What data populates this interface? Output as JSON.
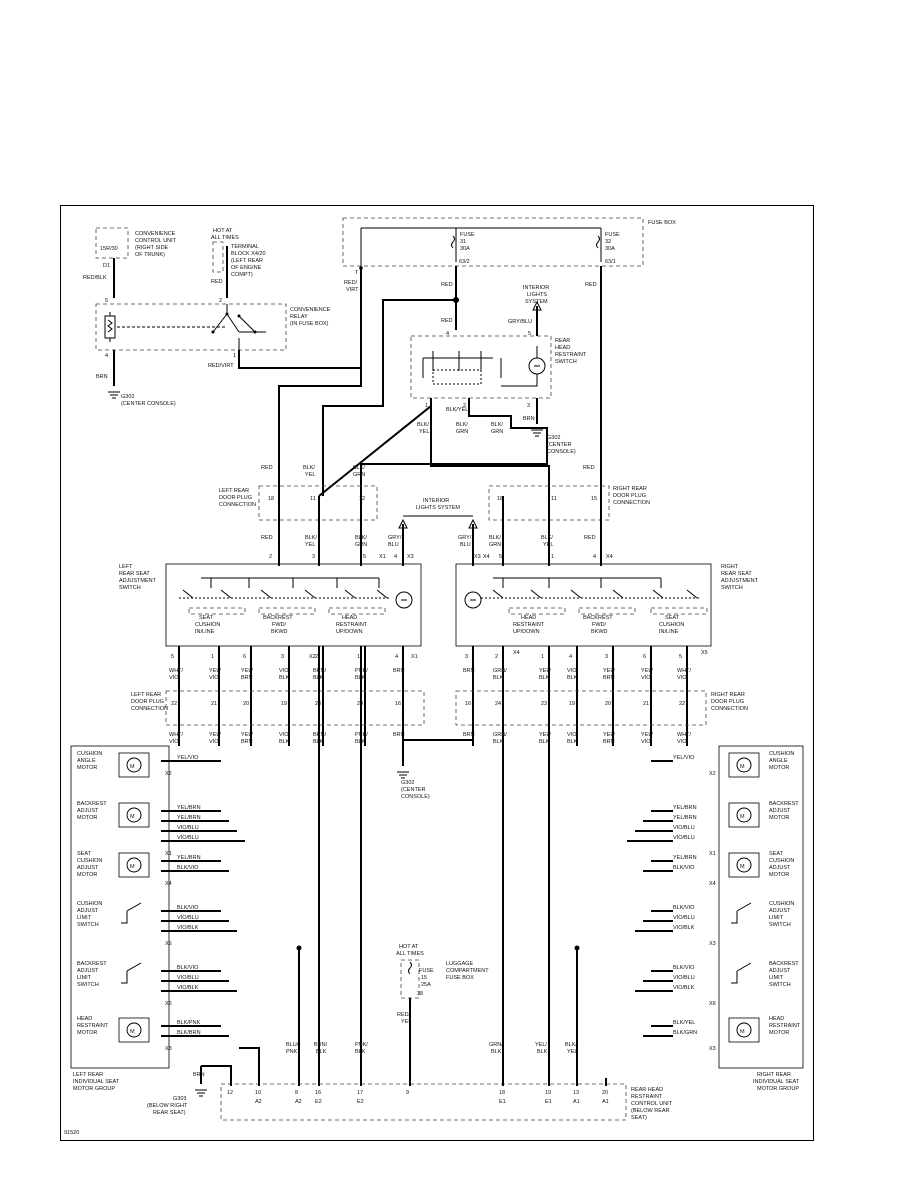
{
  "fig_id": "91520",
  "fuse_box": {
    "label": "FUSE BOX",
    "fuse31": [
      "FUSE",
      "31",
      "30A"
    ],
    "fuse31_pin": "63/2",
    "fuse32": [
      "FUSE",
      "32",
      "30A"
    ],
    "fuse32_pin": "63/1",
    "t_pin": "T",
    "t_wire": [
      "RED/",
      "VIRT"
    ]
  },
  "conv_unit": {
    "pin": "15R/30",
    "label": [
      "CONVENIENCE",
      "CONTROL UNIT",
      "(RIGHT SIDE",
      "OF TRUNK)"
    ],
    "d1": "D1",
    "wire": "RED/BLK"
  },
  "hot_at_all_times": [
    "HOT AT",
    "ALL TIMES"
  ],
  "terminal_block": [
    "TERMINAL",
    "BLOCK X4/20",
    "(LEFT REAR",
    "OF ENGINE",
    "COMPT)"
  ],
  "relay": {
    "label": [
      "CONVENIENCE",
      "RELAY",
      "(IN FUSE BOX)"
    ],
    "pins": [
      "5",
      "2",
      "4",
      "1"
    ],
    "wire_red": "RED",
    "wire_out": "RED/VIRT",
    "wire_brn": "BRN"
  },
  "g302_left": [
    "G302",
    "(CENTER CONSOLE)"
  ],
  "interior_lights_top": [
    "INTERIOR",
    "LIGHTS",
    "SYSTEM"
  ],
  "gry_blu": "GRY/BLU",
  "rear_head_switch": {
    "label": [
      "REAR",
      "HEAD",
      "RESTRAINT",
      "SWITCH"
    ],
    "pins": [
      "4",
      "5",
      "1",
      "2",
      "3"
    ]
  },
  "g302_right": [
    "G302",
    "(CENTER",
    "CONSOLE)"
  ],
  "wires": {
    "red": "RED",
    "brn": "BRN",
    "blk_yel_h": "BLK/YEL",
    "blk_yel": [
      "BLK/",
      "YEL"
    ],
    "blk_grn": [
      "BLK/",
      "GRN"
    ],
    "gry_blu2": [
      "GRY/",
      "BLU"
    ]
  },
  "left_door_plug_top": {
    "label": [
      "LEFT REAR",
      "DOOR PLUG",
      "CONNECTION"
    ],
    "pins": [
      "18",
      "11",
      "12"
    ]
  },
  "right_door_plug_top": {
    "label": [
      "RIGHT REAR",
      "DOOR PLUG",
      "CONNECTION"
    ],
    "pins": [
      "18",
      "11",
      "15"
    ]
  },
  "interior_lights_mid": [
    "INTERIOR",
    "LIGHTS SYSTEM"
  ],
  "left_switch": {
    "label": [
      "LEFT",
      "REAR SEAT",
      "ADJUSTMENT",
      "SWITCH"
    ],
    "top_pins": [
      "2",
      "3",
      "5",
      "4"
    ],
    "conn_top": [
      "X1",
      "X3"
    ],
    "sections": [
      [
        "SEAT",
        "CUSHION",
        "IN/LINE"
      ],
      [
        "BACKREST",
        "FWD/",
        "BKWD"
      ],
      [
        "HEAD",
        "RESTRAINT",
        "UP/DOWN"
      ]
    ],
    "bottom_pins": [
      "5",
      "1",
      "6",
      "3",
      "2",
      "1",
      "4"
    ],
    "conn_bottom": [
      "X2",
      "X1"
    ]
  },
  "right_switch": {
    "label": [
      "RIGHT",
      "REAR SEAT",
      "ADJUSTMENT",
      "SWITCH"
    ],
    "top_pins": [
      "X3",
      "X4",
      "5",
      "1",
      "4",
      "X4"
    ],
    "sections": [
      [
        "HEAD",
        "RESTRAINT",
        "UP/DOWN"
      ],
      [
        "BACKREST",
        "FWD/",
        "BKWD"
      ],
      [
        "SEAT",
        "CUSHION",
        "IN/LINE"
      ]
    ],
    "bottom_pins": [
      "3",
      "2",
      "1",
      "4",
      "3",
      "6",
      "5",
      "2"
    ],
    "conn_bottom": [
      "X4",
      "X5"
    ]
  },
  "left_mid_wires": [
    [
      "WHT/",
      "VIO"
    ],
    [
      "YEL/",
      "VIO"
    ],
    [
      "YEL/",
      "BRN"
    ],
    [
      "VIO/",
      "BLK"
    ],
    [
      "BRN/",
      "BLK"
    ],
    [
      "PNK/",
      "BLK"
    ],
    [
      "BRN"
    ]
  ],
  "right_mid_wires": [
    [
      "BRN"
    ],
    [
      "GRN/",
      "BLK"
    ],
    [
      "YEL/",
      "BLK"
    ],
    [
      "VIO/",
      "BLK"
    ],
    [
      "YEL/",
      "BRN"
    ],
    [
      "YEL/",
      "VIO"
    ],
    [
      "WHT/",
      "VIO"
    ]
  ],
  "left_door_plug_bot": {
    "label": [
      "LEFT REAR",
      "DOOR PLUG",
      "CONNECTION"
    ],
    "pins": [
      "22",
      "21",
      "20",
      "19",
      "23",
      "24",
      "16"
    ]
  },
  "right_door_plug_bot": {
    "label": [
      "RIGHT REAR",
      "DOOR PLUG",
      "CONNECTION"
    ],
    "pins": [
      "16",
      "24",
      "23",
      "19",
      "20",
      "21",
      "22"
    ]
  },
  "g302_mid": [
    "G302",
    "(CENTER",
    "CONSOLE)"
  ],
  "left_motors": [
    {
      "label": [
        "CUSHION",
        "ANGLE",
        "MOTOR"
      ],
      "wires": [
        "YEL/VIO"
      ],
      "conn": "X2"
    },
    {
      "label": [
        "BACKREST",
        "ADJUST",
        "MOTOR"
      ],
      "wires": [
        "YEL/BRN",
        "YEL/BRN",
        "VIO/BLU",
        "VIO/BLU"
      ],
      "conn": "X1"
    },
    {
      "label": [
        "SEAT",
        "CUSHION",
        "ADJUST",
        "MOTOR"
      ],
      "wires": [
        "YEL/BRN",
        "BLK/VIO"
      ],
      "conn": "X4"
    },
    {
      "label": [
        "CUSHION",
        "ADJUST",
        "LIMIT",
        "SWITCH"
      ],
      "wires": [
        "BLK/VIO",
        "VIO/BLU",
        "VIO/BLK"
      ],
      "conn": "X5"
    },
    {
      "label": [
        "BACKREST",
        "ADJUST",
        "LIMIT",
        "SWITCH"
      ],
      "wires": [
        "BLK/VIO",
        "VIO/BLU",
        "VIO/BLK"
      ],
      "conn": "X6"
    },
    {
      "label": [
        "HEAD",
        "RESTRAINT",
        "MOTOR"
      ],
      "wires": [
        "BLK/PNK",
        "BLK/BRN"
      ],
      "conn": "X3"
    }
  ],
  "right_motors": [
    {
      "label": [
        "CUSHION",
        "ANGLE",
        "MOTOR"
      ],
      "wires": [
        "YEL/VIO"
      ],
      "conn": "X2"
    },
    {
      "label": [
        "BACKREST",
        "ADJUST",
        "MOTOR"
      ],
      "wires": [
        "YEL/BRN",
        "YEL/BRN",
        "VIO/BLU",
        "VIO/BLU"
      ],
      "conn": "X1"
    },
    {
      "label": [
        "SEAT",
        "CUSHION",
        "ADJUST",
        "MOTOR"
      ],
      "wires": [
        "YEL/BRN",
        "BLK/VIO"
      ],
      "conn": "X4"
    },
    {
      "label": [
        "CUSHION",
        "ADJUST",
        "LIMIT",
        "SWITCH"
      ],
      "wires": [
        "BLK/VIO",
        "VIO/BLU",
        "VIO/BLK"
      ],
      "conn": "X3"
    },
    {
      "label": [
        "BACKREST",
        "ADJUST",
        "LIMIT",
        "SWITCH"
      ],
      "wires": [
        "BLK/VIO",
        "VIO/BLU",
        "VIO/BLK"
      ],
      "conn": "X6"
    },
    {
      "label": [
        "HEAD",
        "RESTRAINT",
        "MOTOR"
      ],
      "wires": [
        "BLK/YEL",
        "BLK/GRN"
      ],
      "conn": "X3"
    }
  ],
  "left_group": [
    "LEFT REAR",
    "INDIVIDUAL SEAT",
    "MOTOR GROUP"
  ],
  "right_group": [
    "RIGHT REAR",
    "INDIVIDUAL SEAT",
    "MOTOR GROUP"
  ],
  "luggage_fuse": {
    "hot": [
      "HOT AT",
      "ALL TIMES"
    ],
    "fuse": [
      "FUSE",
      "15",
      "25A"
    ],
    "pin": "38",
    "label": [
      "LUGGAGE",
      "COMPARTMENT",
      "FUSE BOX"
    ],
    "wire": [
      "RED/",
      "YEL"
    ]
  },
  "g303": [
    "G303",
    "(BELOW RIGHT",
    "REAR SEAT)"
  ],
  "bottom_wires": {
    "brn": "BRN",
    "blu_pnk": [
      "BLU/",
      "PNK"
    ],
    "brn_blk": [
      "BRN/",
      "BLK"
    ],
    "pnk_blk": [
      "PNK/",
      "BLK"
    ],
    "grn_blk": [
      "GRN/",
      "BLK"
    ],
    "yel_blk": [
      "YEL/",
      "BLK"
    ],
    "blk_yel": [
      "BLK/",
      "YEL"
    ]
  },
  "control_unit": {
    "label": [
      "REAR HEAD",
      "RESTRAINT",
      "CONTROL UNIT",
      "(BELOW REAR",
      "SEAT)"
    ],
    "pins": [
      "12",
      "10",
      "8",
      "16",
      "17",
      "9",
      "18",
      "19",
      "13",
      "20"
    ],
    "conns": [
      "A2",
      "A2",
      "E2",
      "E2",
      "E1",
      "E1",
      "A1",
      "A1"
    ]
  }
}
